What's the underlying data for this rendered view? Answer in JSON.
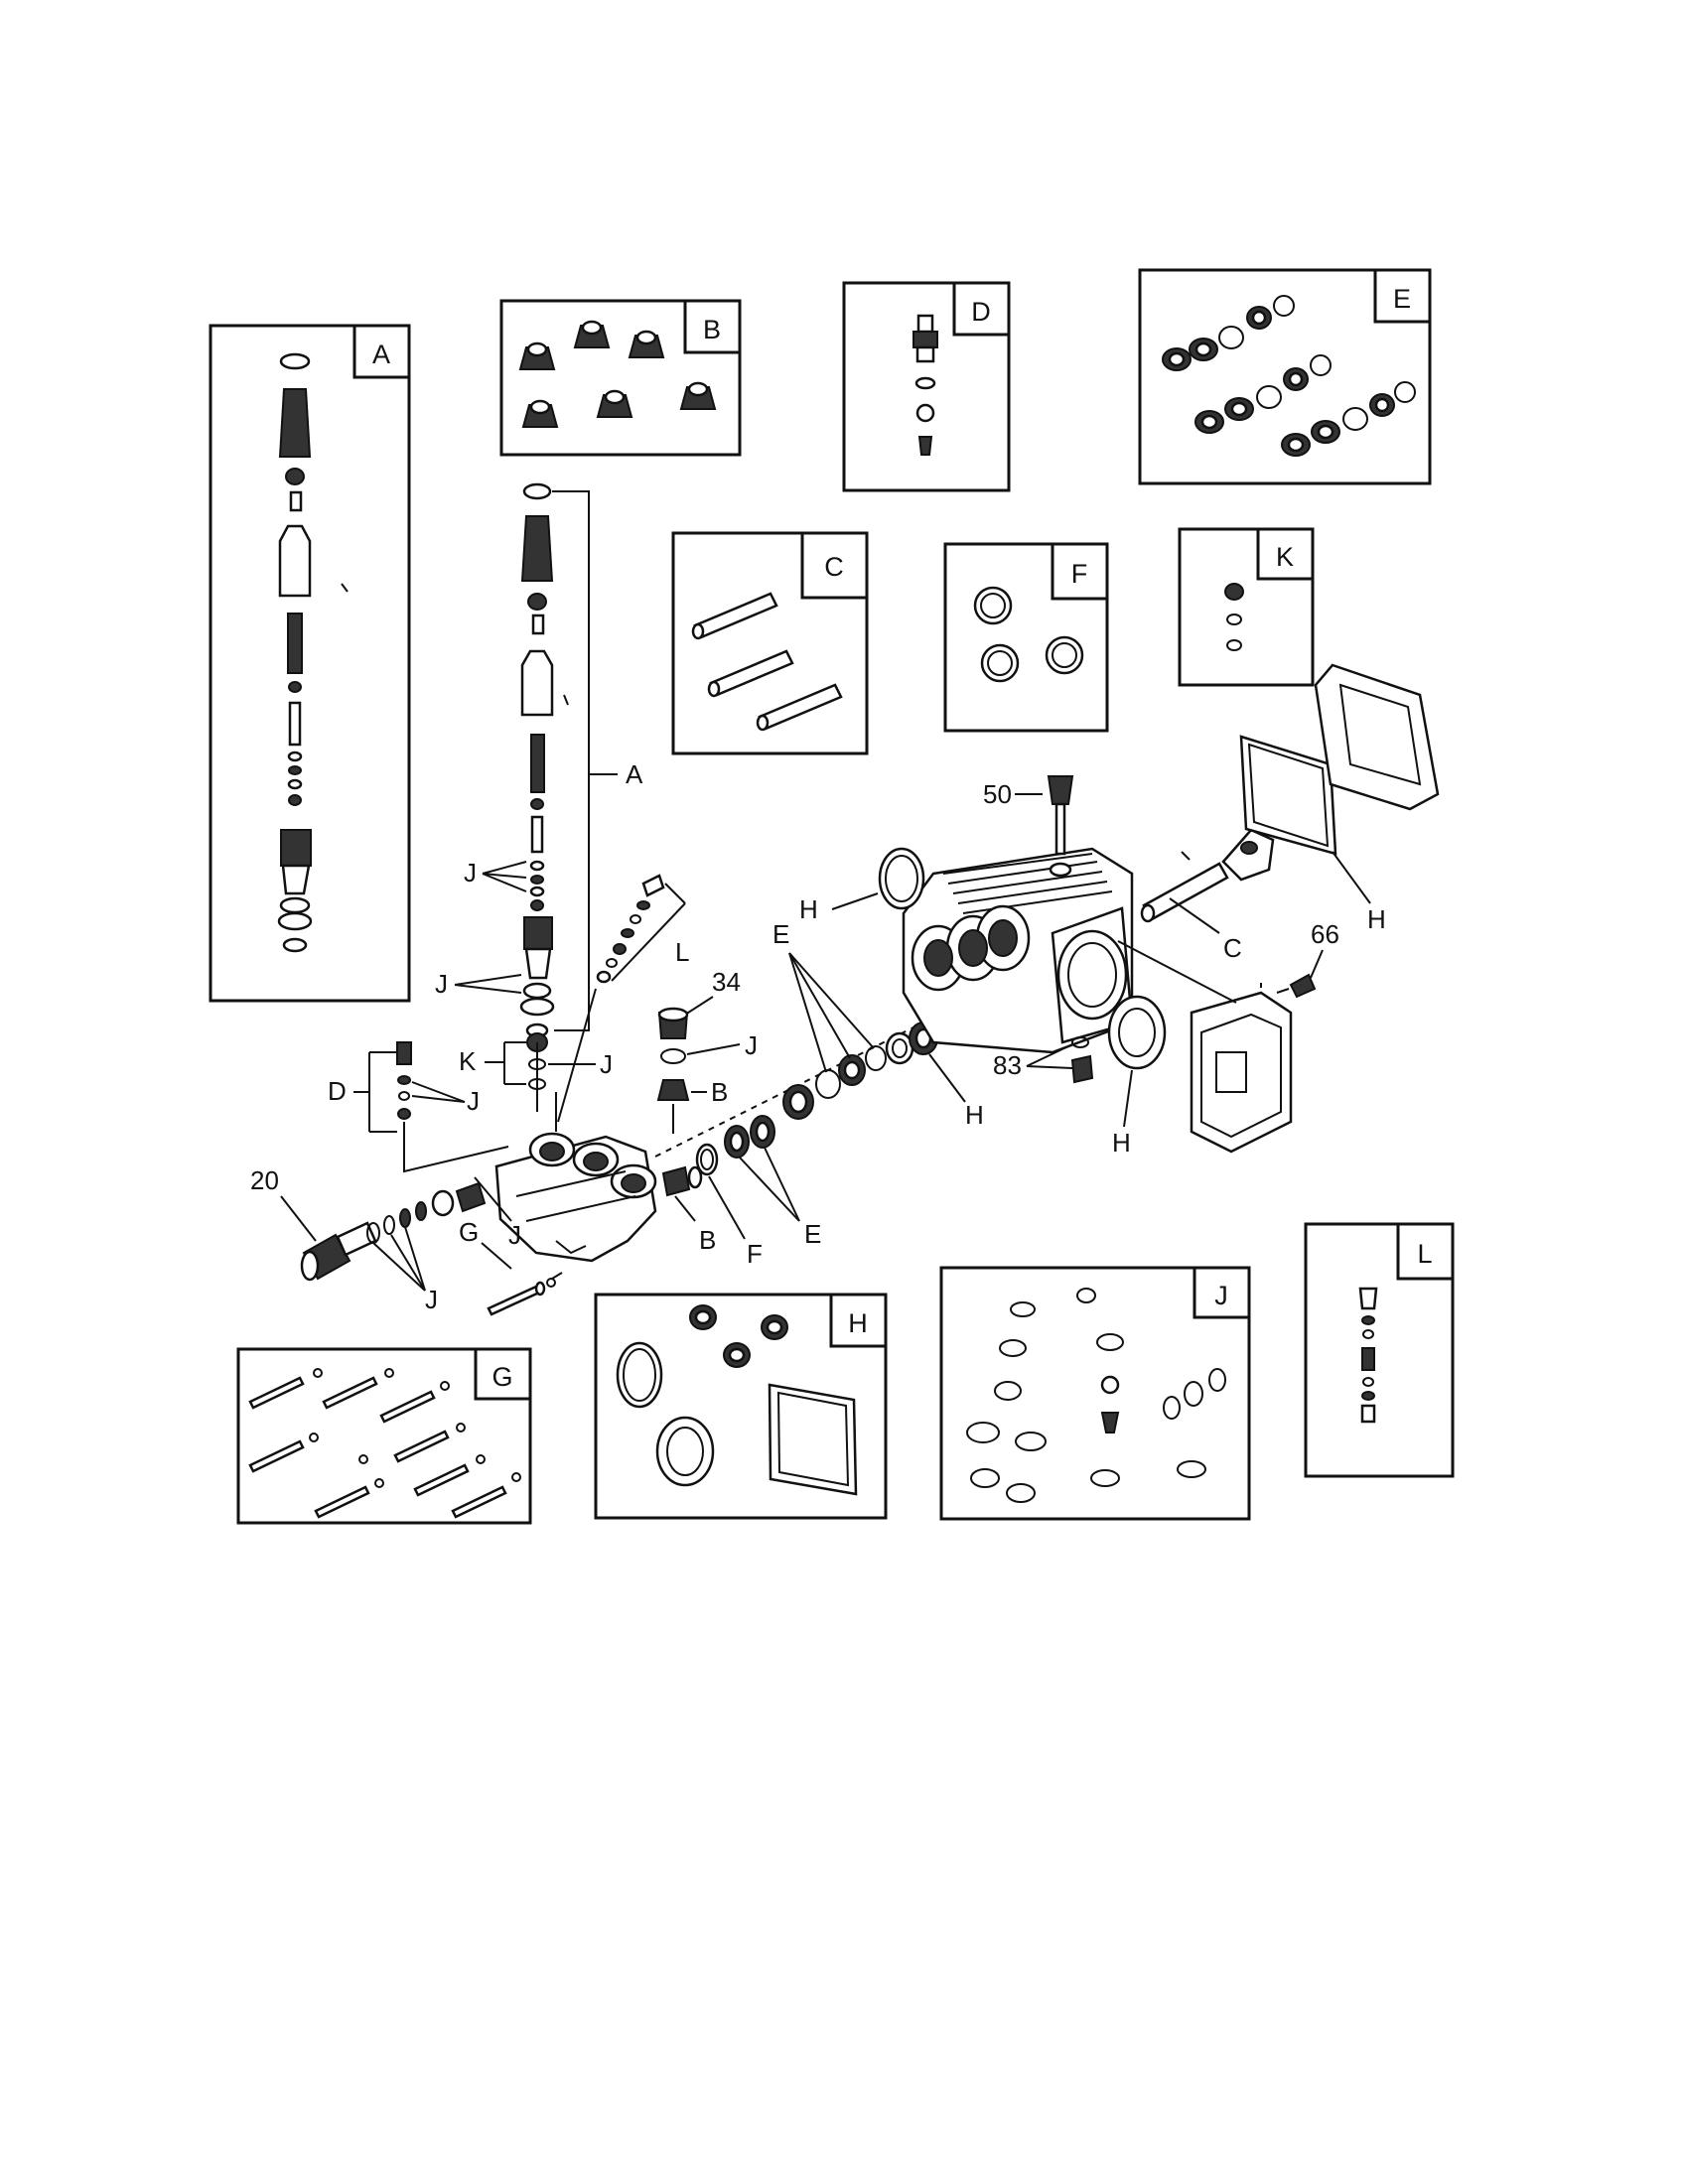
{
  "kits": {
    "A": "A",
    "B": "B",
    "C": "C",
    "D": "D",
    "E": "E",
    "F": "F",
    "G": "G",
    "H": "H",
    "J": "J",
    "K": "K",
    "L": "L"
  },
  "callouts": {
    "part_50": "50",
    "part_66": "66",
    "part_34": "34",
    "part_83": "83",
    "part_20": "20",
    "A": "A",
    "B": "B",
    "C": "C",
    "D": "D",
    "E": "E",
    "F": "F",
    "G": "G",
    "H": "H",
    "J": "J",
    "K": "K",
    "L": "L"
  }
}
